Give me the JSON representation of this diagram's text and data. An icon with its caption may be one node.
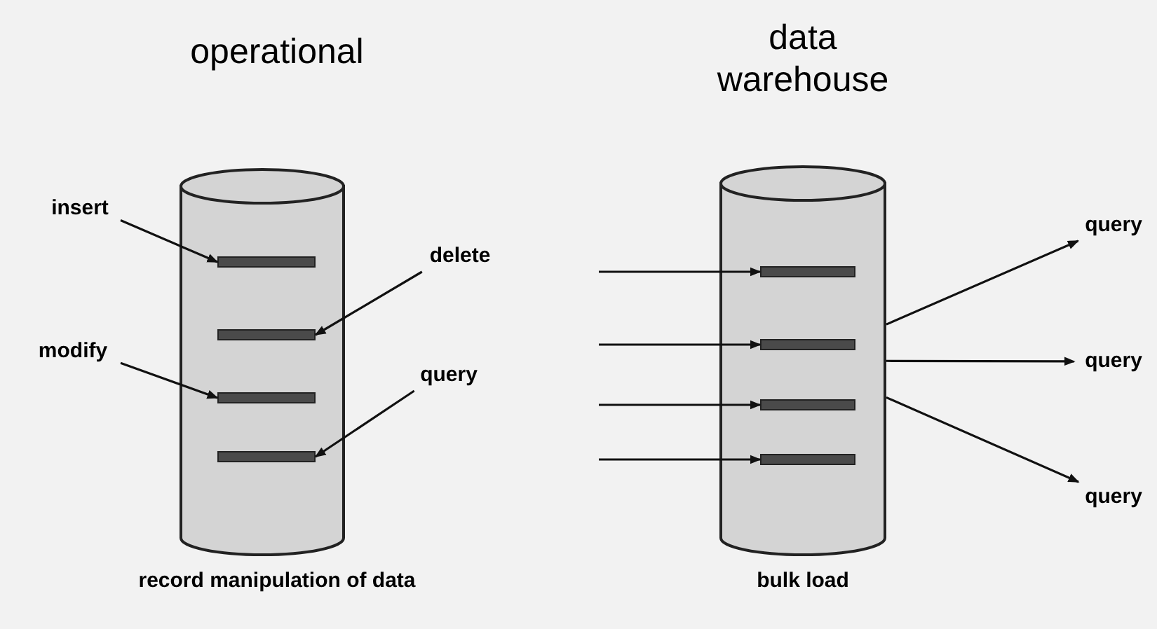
{
  "diagram": {
    "nodes": [
      {
        "text": [
          "operational"
        ],
        "beside": [
          "record manipulation of data"
        ]
      },
      {
        "text": [],
        "shape": "bar",
        "in": 0
      },
      {
        "text": [],
        "shape": "bar",
        "in": 0
      },
      {
        "text": [],
        "shape": "bar",
        "in": 0
      },
      {
        "text": [],
        "shape": "bar",
        "in": 0
      },
      {
        "text": [
          "insert"
        ]
      },
      {
        "text": [
          "delete"
        ]
      },
      {
        "text": [
          "modify"
        ]
      },
      {
        "text": [
          "query"
        ]
      },
      {
        "text": [
          "data warehouse"
        ],
        "beside": [
          "bulk load"
        ]
      },
      {
        "text": [],
        "shape": "bar",
        "in": 9
      },
      {
        "text": [],
        "shape": "bar",
        "in": 9
      },
      {
        "text": [],
        "shape": "bar",
        "in": 9
      },
      {
        "text": [],
        "shape": "bar",
        "in": 9
      },
      {
        "text": [
          "query"
        ]
      },
      {
        "text": [
          "query"
        ]
      },
      {
        "text": [
          "query"
        ]
      }
    ],
    "edges": [
      {
        "from": 5,
        "to": 1,
        "arrow": "to"
      },
      {
        "from": 6,
        "to": 2,
        "arrow": "to"
      },
      {
        "from": 7,
        "to": 3,
        "arrow": "to"
      },
      {
        "from": 8,
        "to": 4,
        "arrow": "to"
      },
      {
        "from": null,
        "to": 10,
        "arrow": "to"
      },
      {
        "from": null,
        "to": 11,
        "arrow": "to"
      },
      {
        "from": null,
        "to": 12,
        "arrow": "to"
      },
      {
        "from": null,
        "to": 13,
        "arrow": "to"
      },
      {
        "from": 9,
        "to": 14,
        "arrow": "to"
      },
      {
        "from": 9,
        "to": 15,
        "arrow": "to"
      },
      {
        "from": 9,
        "to": 16,
        "arrow": "to"
      }
    ]
  }
}
